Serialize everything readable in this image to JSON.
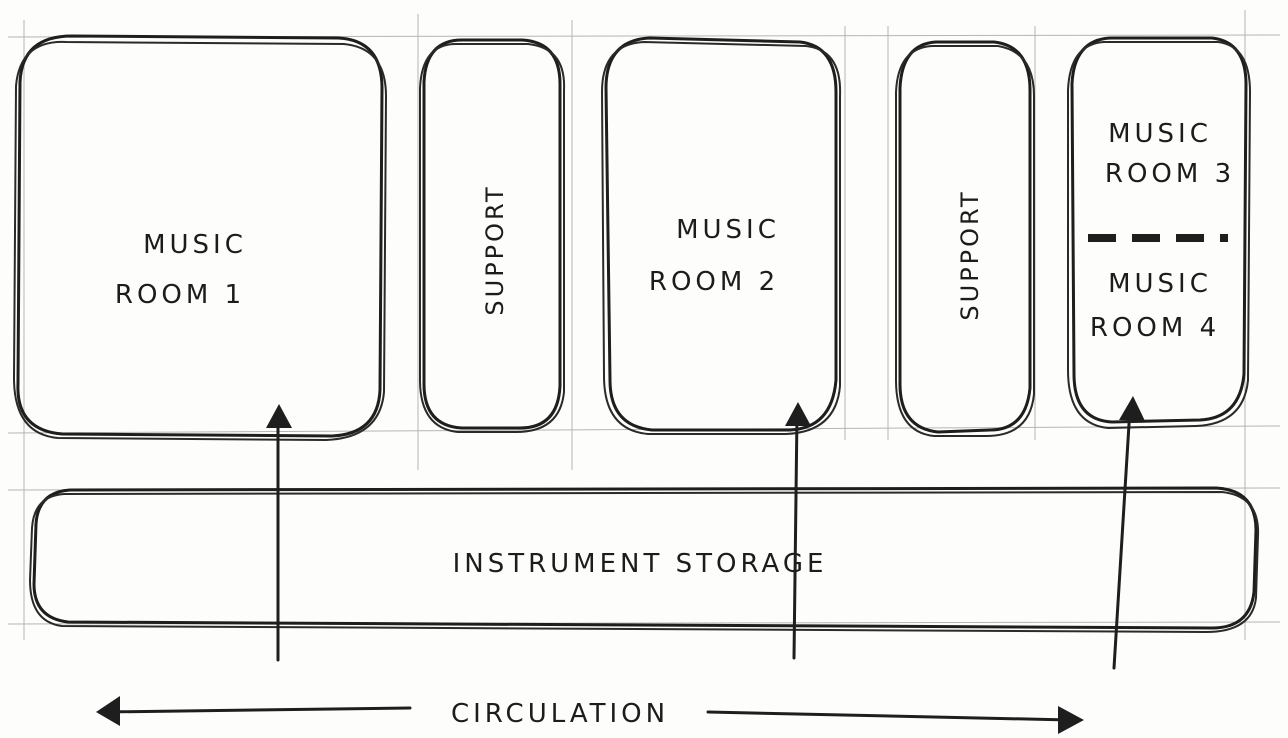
{
  "diagram": {
    "rooms": {
      "music_room_1": {
        "line1": "Music",
        "line2": "Room 1"
      },
      "support_a": "Support",
      "music_room_2": {
        "line1": "Music",
        "line2": "Room 2"
      },
      "support_b": "Support",
      "music_room_3": {
        "line1": "Music",
        "line2": "Room 3"
      },
      "music_room_4": {
        "line1": "Music",
        "line2": "Room 4"
      }
    },
    "storage": "Instrument Storage",
    "circulation": "Circulation",
    "ink_color": "#1e1e1e",
    "paper_color": "#fdfdfc",
    "guide_color": "#b5b5b5"
  }
}
